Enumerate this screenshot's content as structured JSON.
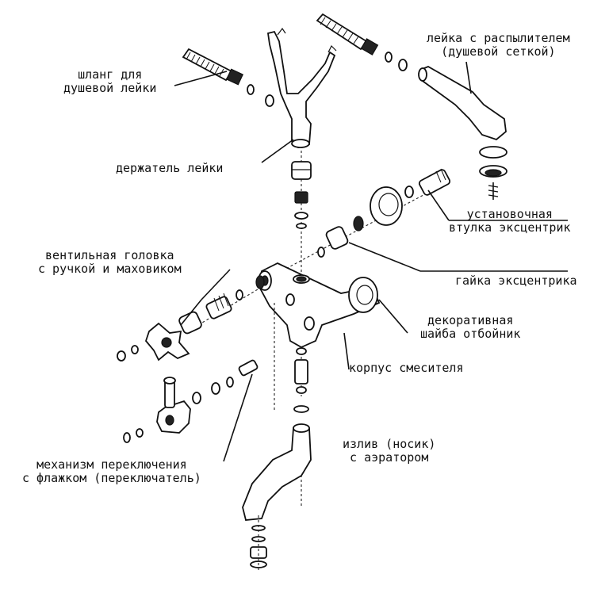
{
  "labels": {
    "hose": [
      "шланг для",
      "душевой лейки"
    ],
    "shower_head": [
      "лейка с распылителем",
      "(душевой сеткой)"
    ],
    "holder": "держатель лейки",
    "bushing": [
      "установочная",
      "втулка эксцентрик"
    ],
    "valve_head": [
      "вентильная головка",
      "с ручкой и маховиком"
    ],
    "nut": "гайка эксцентрика",
    "washer": [
      "декоративная",
      "шайба отбойник"
    ],
    "body": "корпус смесителя",
    "spout": [
      "излив (носик)",
      "с аэратором"
    ],
    "switch": [
      "механизм переключения",
      "с флажком (переключатель)"
    ]
  }
}
